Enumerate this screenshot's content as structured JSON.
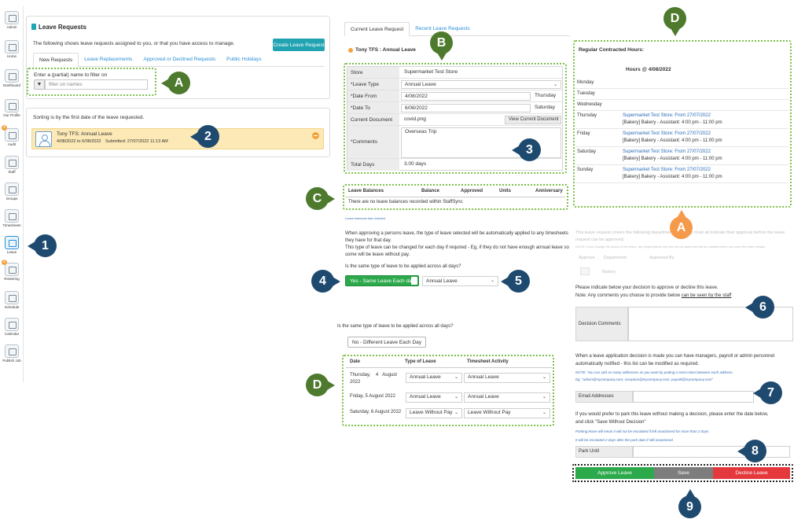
{
  "nav": [
    {
      "label": "Admin",
      "icon": "gear-icon"
    },
    {
      "label": "Home",
      "icon": "home-icon"
    },
    {
      "label": "Dashboard",
      "icon": "dashboard-icon"
    },
    {
      "label": "Our Profile",
      "icon": "profile-icon"
    },
    {
      "label": "Audit",
      "icon": "audit-icon",
      "badge": "4"
    },
    {
      "label": "Staff",
      "icon": "staff-icon"
    },
    {
      "label": "Groups",
      "icon": "groups-icon"
    },
    {
      "label": "Timesheets",
      "icon": "timesheets-icon"
    },
    {
      "label": "Leave",
      "icon": "leave-icon",
      "active": true
    },
    {
      "label": "Rostering",
      "icon": "rostering-icon",
      "badge": "8"
    },
    {
      "label": "Schedule",
      "icon": "schedule-icon"
    },
    {
      "label": "Calendar",
      "icon": "calendar-icon"
    },
    {
      "label": "Publish Job",
      "icon": "publish-job-icon"
    }
  ],
  "left": {
    "title": "Leave Requests",
    "intro": "The following shows leave requests assigned to you, or that you have access to manage.",
    "create_button": "Create Leave Request",
    "tabs": [
      "New Requests",
      "Leave Replacements",
      "Approved or Declined Requests",
      "Public Holidays"
    ],
    "filter_label": "Enter a (partial) name to filter on",
    "filter_placeholder": "filter on names",
    "sort_note": "Sorting is by the first date of the leave requested.",
    "request": {
      "title": "Tony TFS: Annual Leave",
      "dates": "4/08/2022 to 6/08/2022",
      "submitted": "Submitted: 27/07/2022 11:13 AM"
    }
  },
  "detail": {
    "tabs": [
      "Current Leave Request",
      "Recent Leave Requests"
    ],
    "request_title": "Tony TFS : Annual Leave",
    "form": {
      "store_label": "Store",
      "store_value": "Supermarket Test Store",
      "type_label": "*Leave Type",
      "type_value": "Annual Leave",
      "from_label": "*Date From",
      "from_value": "4/08/2022",
      "from_day": "Thursday",
      "to_label": "*Date To",
      "to_value": "6/08/2022",
      "to_day": "Saturday",
      "doc_label": "Current Document",
      "doc_value": "covid.png",
      "doc_button": "View Current Document",
      "comments_label": "*Comments",
      "comments_value": "Overseas Trip",
      "total_label": "Total Days",
      "total_value": "3.00 days"
    },
    "balances": {
      "headers": [
        "Leave Balances",
        "Balance",
        "Approved",
        "Units",
        "Anniversary"
      ],
      "empty": "There are no leave balances recorded within StaffSync",
      "footnote": "Leave balances last checked"
    },
    "explain_1": "When approving a persons leave, the type of leave selected will be automatically applied to any timesheets",
    "explain_2": "they have for that day.",
    "explain_3": "This type of leave can be changed for each day if required - Eg, if they do not have enough annual leave so",
    "explain_4": "some will be leave without pay.",
    "same_q": "Is the same type of leave to be applied across all days?",
    "toggle_yes": "Yes - Same Leave Each day",
    "same_select": "Annual Leave",
    "same_q2": "Is the same type of leave to be applied across all days?",
    "no_button": "No - Different Leave Each Day",
    "days_headers": [
      "Date",
      "Type of Leave",
      "Timesheet Activity"
    ],
    "days": [
      {
        "date1": "Thursday,",
        "date2": "4",
        "date3": "August",
        "date4": "2022",
        "type": "Annual Leave",
        "activity": "Annual Leave"
      },
      {
        "date1": "Friday, 5 August 2022",
        "type": "Annual Leave",
        "activity": "Annual Leave"
      },
      {
        "date1": "Saturday, 6 August 2022",
        "type": "Leave Without Pay",
        "activity": "Leave Without Pay"
      }
    ]
  },
  "hours": {
    "title": "Regular Contracted Hours:",
    "date_heading": "Hours @ 4/08/2022",
    "days": [
      {
        "day": "Monday",
        "l1": "",
        "l2": ""
      },
      {
        "day": "Tuesday",
        "l1": "",
        "l2": ""
      },
      {
        "day": "Wednesday",
        "l1": "",
        "l2": ""
      },
      {
        "day": "Thursday",
        "l1": "Supermarket Test Store: From 27/07/2022",
        "l2": "[Bakery] Bakery - Assistant: 4:00 pm - 11:00 pm"
      },
      {
        "day": "Friday",
        "l1": "Supermarket Test Store: From 27/07/2022",
        "l2": "[Bakery] Bakery - Assistant: 4:00 pm - 11:00 pm"
      },
      {
        "day": "Saturday",
        "l1": "Supermarket Test Store: From 27/07/2022",
        "l2": "[Bakery] Bakery - Assistant: 4:00 pm - 11:00 pm"
      },
      {
        "day": "Sunday",
        "l1": "Supermarket Test Store: From 27/07/2022",
        "l2": "[Bakery] Bakery - Assistant: 4:00 pm - 11:00 pm"
      }
    ]
  },
  "approval": {
    "faded_1": "This leave request covers the following departments and they must all indicate their approval before the leave",
    "faded_2": "request can be approved.",
    "faded_3": "NOTE: If you change the status of the leave, any departments that are not yet approved will be updated when you save the leave details.",
    "col_approve": "Approve",
    "col_dept": "Department",
    "col_by": "Approved By",
    "dept": "Bakery",
    "decision_1": "Please indicate below your decision to approve or decline this leave.",
    "decision_2": "Note: Any comments you choose to provide below",
    "decision_2_link": "can be seen by the staff",
    "comments_label": "Decision Comments",
    "notify_1": "When a leave application decision is made you can have managers, payroll or admin personnel",
    "notify_2": "automatically notified - this list can be modified as required.",
    "notify_note_1": "NOTE: You can add as many addresses as you want by putting a semi-colon between each address.",
    "notify_note_2": "Eg. \"admin@mycompany.com; reception@mycompany.com; payroll@mycompany.com\"",
    "email_label": "Email Addresses",
    "park_1": "If you would prefer to park this leave without making a decision, please enter the date below,",
    "park_2": "and click \"Save Without Decision\"",
    "park_note_1": "Parking leave will mean it will not be escalated if left unactioned for more than 2 days.",
    "park_note_2": "It will be escalated 2 days after the park date if still unactioned.",
    "park_label": "Park Until",
    "approve_btn": "Approve Leave",
    "save_btn": "Save",
    "decline_btn": "Decline Leave"
  },
  "callouts": {
    "A_green": "A",
    "A_orange": "A",
    "B": "B",
    "C": "C",
    "D_top": "D",
    "D_bottom": "D",
    "n1": "1",
    "n2": "2",
    "n3": "3",
    "n4": "4",
    "n5": "5",
    "n6": "6",
    "n7": "7",
    "n8": "8",
    "n9": "9"
  },
  "colors": {
    "teal": "#21a3b2",
    "approve": "#2ca94b",
    "save": "#7d7d7d",
    "decline": "#e5383d",
    "callout_blue": "#1f4a70",
    "callout_green": "#4d7a2d",
    "callout_orange": "#f59a4a",
    "highlight": "#fde9b6"
  }
}
